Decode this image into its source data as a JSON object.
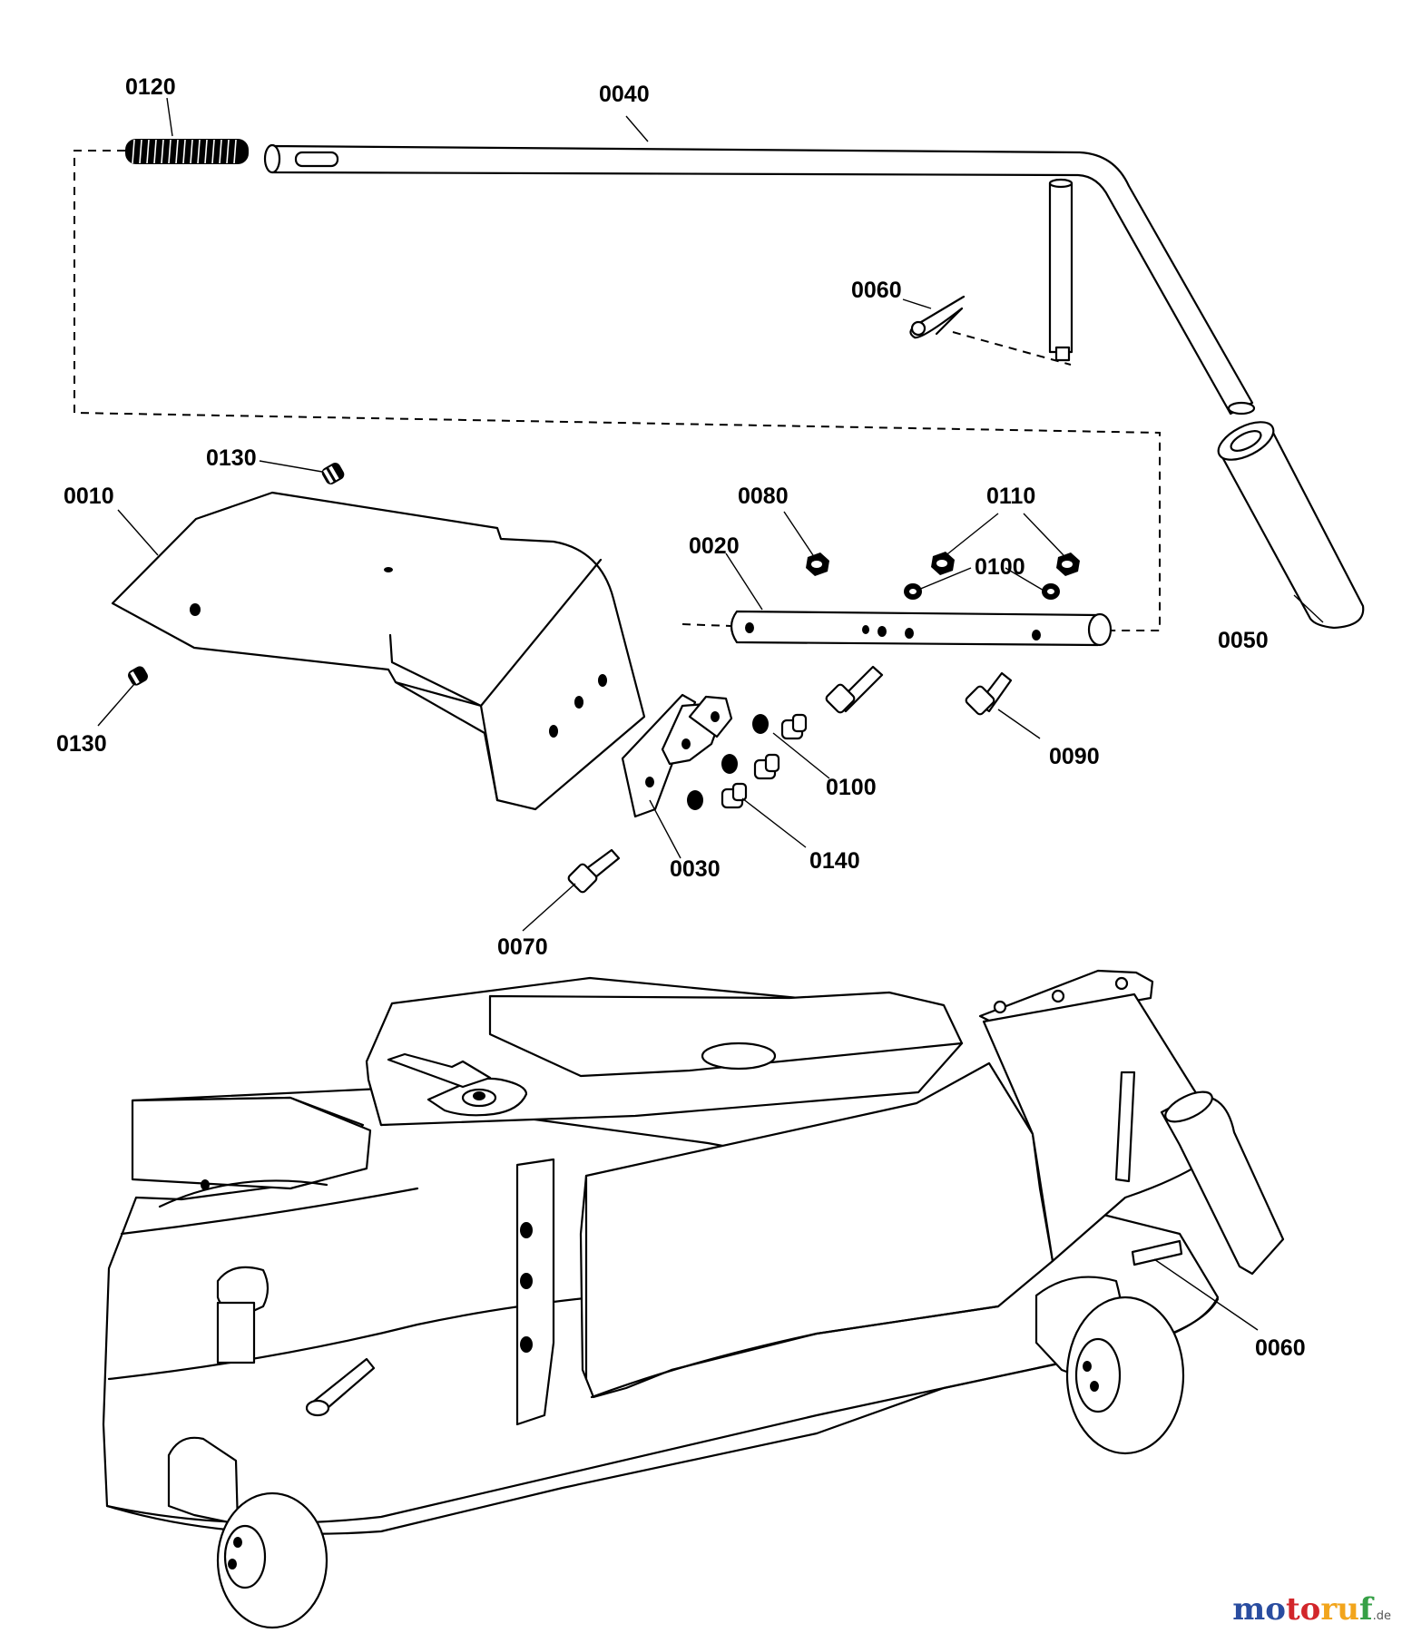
{
  "labels": {
    "l0120": "0120",
    "l0040": "0040",
    "l0060_top": "0060",
    "l0130_top": "0130",
    "l0010": "0010",
    "l0080": "0080",
    "l0110": "0110",
    "l0020": "0020",
    "l0100_top": "0100",
    "l0050": "0050",
    "l0130_bottom": "0130",
    "l0090": "0090",
    "l0100_mid": "0100",
    "l0140": "0140",
    "l0030": "0030",
    "l0070": "0070",
    "l0060_bottom": "0060"
  },
  "watermark": {
    "part1": "mo",
    "part2": "to",
    "part3": "ru",
    "part4": "f",
    "tld": ".de"
  }
}
